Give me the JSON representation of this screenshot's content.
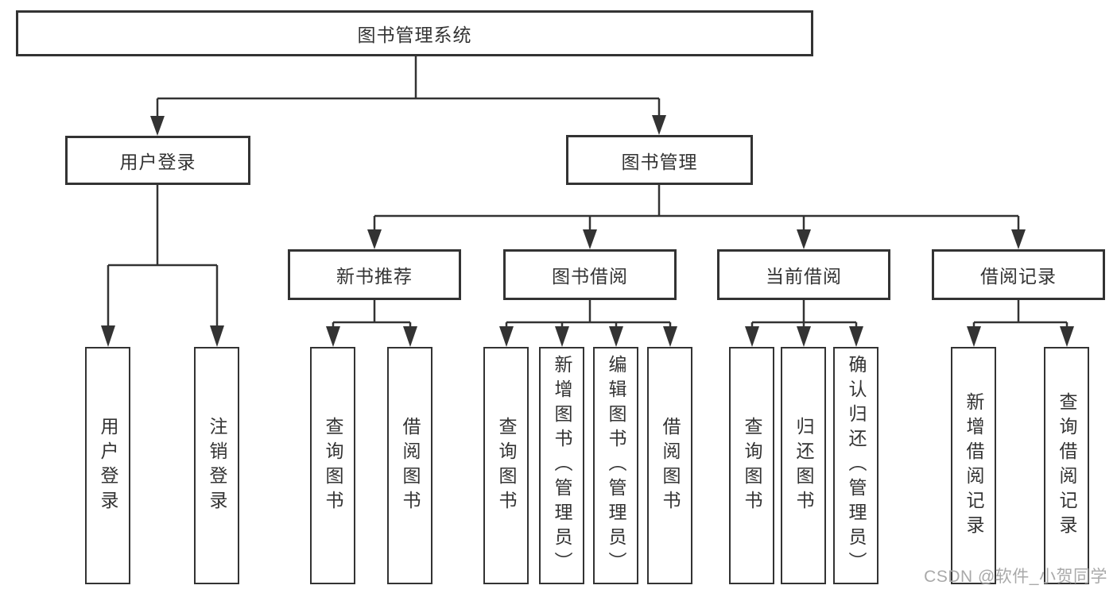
{
  "diagram": {
    "root": {
      "label": "图书管理系统"
    },
    "branches": [
      {
        "label": "用户登录"
      },
      {
        "label": "图书管理"
      }
    ],
    "modules": [
      {
        "label": "新书推荐"
      },
      {
        "label": "图书借阅"
      },
      {
        "label": "当前借阅"
      },
      {
        "label": "借阅记录"
      }
    ],
    "leaves": [
      {
        "label": "用户登录",
        "parent": "用户登录"
      },
      {
        "label": "注销登录",
        "parent": "用户登录"
      },
      {
        "label": "查询图书",
        "parent": "新书推荐"
      },
      {
        "label": "借阅图书",
        "parent": "新书推荐"
      },
      {
        "label": "查询图书",
        "parent": "图书借阅"
      },
      {
        "label": "新增图书（管理员）",
        "parent": "图书借阅"
      },
      {
        "label": "编辑图书（管理员）",
        "parent": "图书借阅"
      },
      {
        "label": "借阅图书",
        "parent": "图书借阅"
      },
      {
        "label": "查询图书",
        "parent": "当前借阅"
      },
      {
        "label": "归还图书",
        "parent": "当前借阅"
      },
      {
        "label": "确认归还（管理员）",
        "parent": "当前借阅"
      },
      {
        "label": "新增借阅记录",
        "parent": "借阅记录"
      },
      {
        "label": "查询借阅记录",
        "parent": "借阅记录"
      }
    ]
  },
  "watermark": {
    "text": "CSDN @软件_小贺同学"
  },
  "colors": {
    "line": "#333333",
    "box_border": "#333333",
    "box_background": "#ffffff",
    "text": "#333333",
    "watermark": "#a9a9a9",
    "page_background": "#ffffff"
  }
}
